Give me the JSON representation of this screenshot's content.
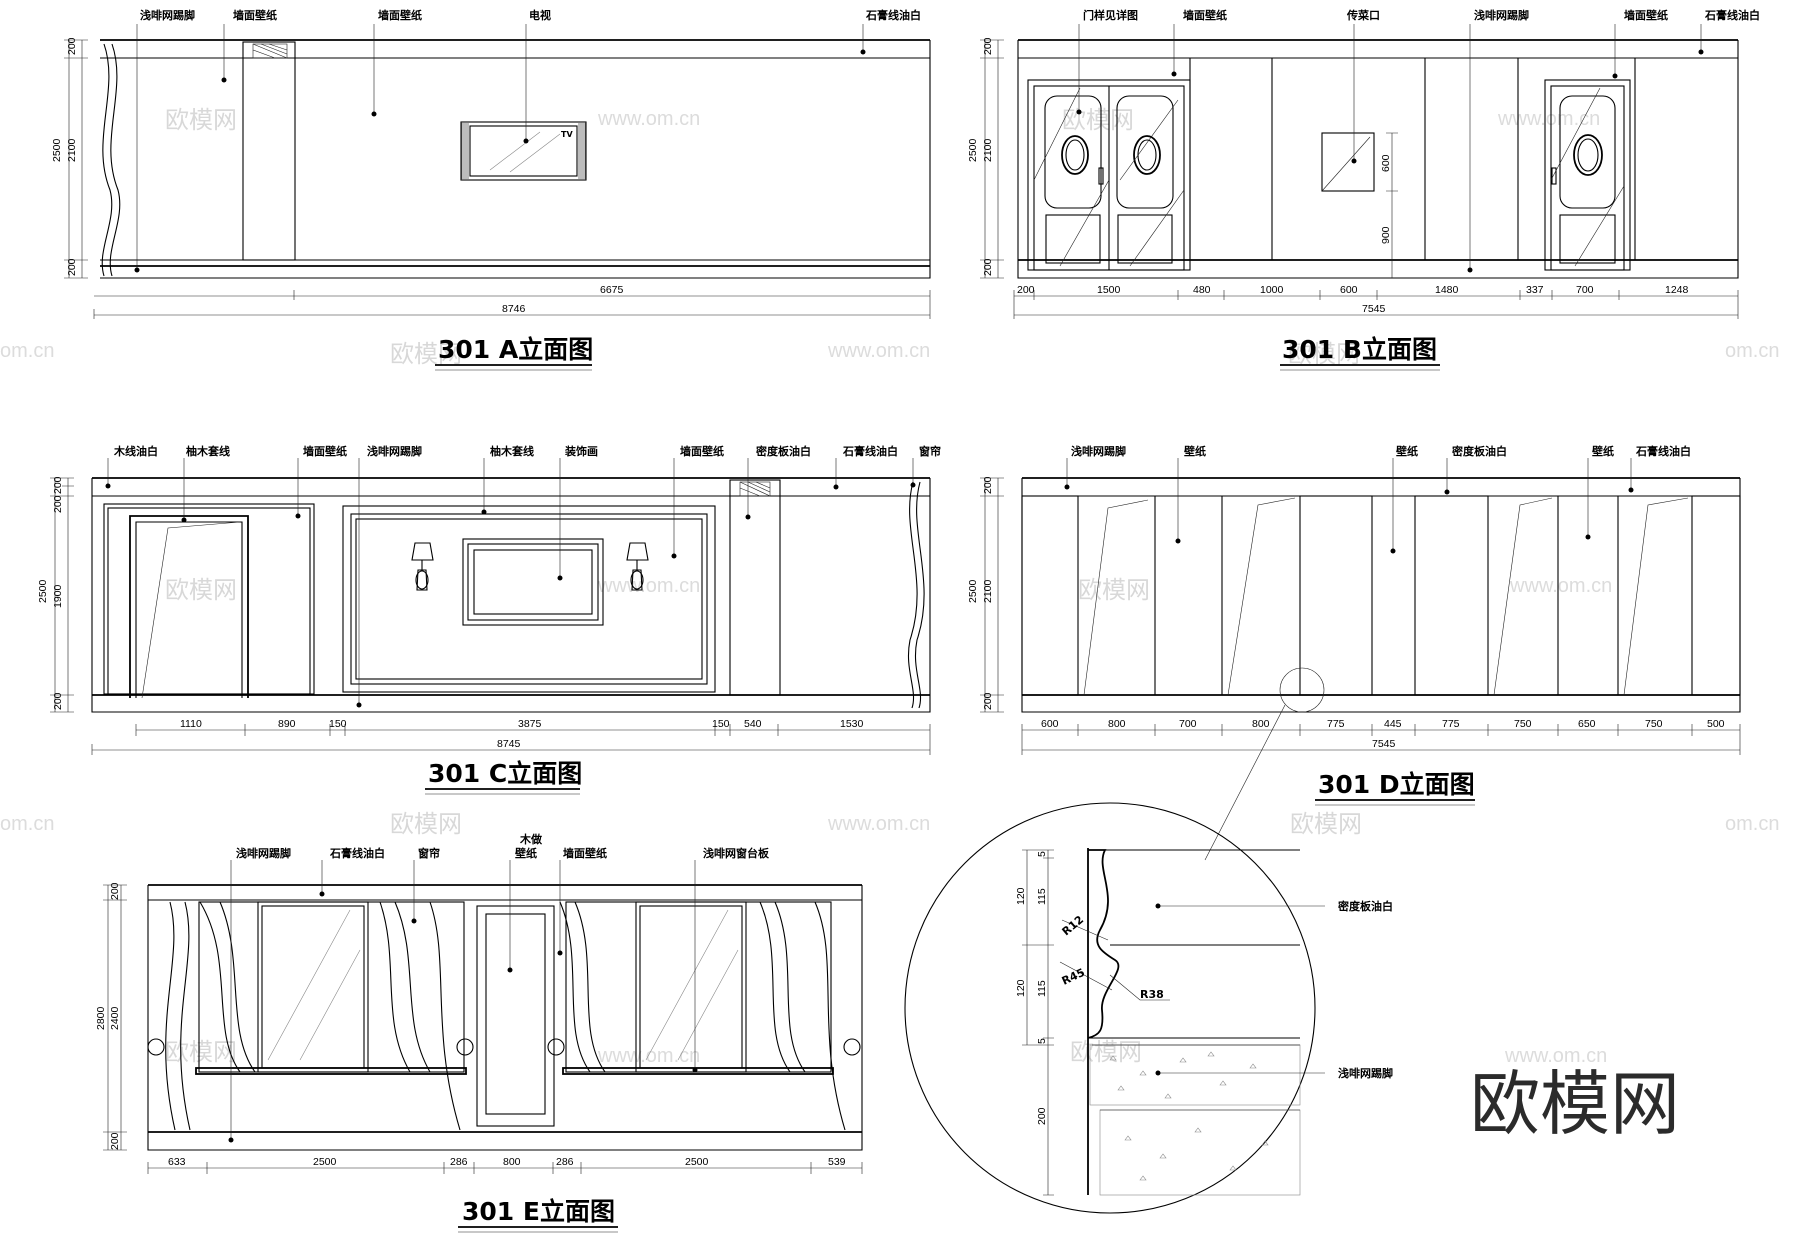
{
  "watermarks": {
    "cn": "欧模网",
    "url": "www.om.cn",
    "url_edge": "om.cn",
    "corner_logo": "欧模网"
  },
  "elevation_a": {
    "title": "301 A立面图",
    "labels": [
      "浅啡网踢脚",
      "墙面壁纸",
      "墙面壁纸",
      "电视",
      "石膏线油白"
    ],
    "tv_mark": "TV",
    "vdims": {
      "total": "2500",
      "top": "200",
      "mid": "2100",
      "bottom": "200"
    },
    "hdims": {
      "span": "6675",
      "total": "8746"
    }
  },
  "elevation_b": {
    "title": "301 B立面图",
    "labels": [
      "门样见详图",
      "墙面壁纸",
      "传菜口",
      "浅啡网踢脚",
      "墙面壁纸",
      "石膏线油白"
    ],
    "vdims": {
      "total": "2500",
      "top": "200",
      "mid": "2100",
      "bottom": "200",
      "opening": "600",
      "sill": "900"
    },
    "hdims": [
      "200",
      "1500",
      "480",
      "1000",
      "600",
      "1480",
      "337",
      "700",
      "1248"
    ],
    "total": "7545"
  },
  "elevation_c": {
    "title": "301 C立面图",
    "labels": [
      "木线油白",
      "柚木套线",
      "墙面壁纸",
      "浅啡网踢脚",
      "柚木套线",
      "装饰画",
      "墙面壁纸",
      "密度板油白",
      "石膏线油白",
      "窗帘"
    ],
    "vdims": {
      "total": "2500",
      "top": "200",
      "top2": "200",
      "mid": "1900",
      "bottom": "200"
    },
    "hdims": [
      "1110",
      "890",
      "150",
      "3875",
      "150",
      "540",
      "1530"
    ],
    "total": "8745"
  },
  "elevation_d": {
    "title": "301 D立面图",
    "labels": [
      "浅啡网踢脚",
      "壁纸",
      "壁纸",
      "密度板油白",
      "壁纸",
      "石膏线油白"
    ],
    "vdims": {
      "total": "2500",
      "top": "200",
      "mid": "2100",
      "bottom": "200"
    },
    "hdims": [
      "600",
      "800",
      "700",
      "800",
      "775",
      "445",
      "775",
      "750",
      "650",
      "750",
      "500"
    ],
    "total": "7545"
  },
  "elevation_e": {
    "title": "301 E立面图",
    "labels": [
      "浅啡网踢脚",
      "石膏线油白",
      "窗帘",
      "木做",
      "壁纸",
      "墙面壁纸",
      "浅啡网窗台板"
    ],
    "vdims": {
      "total": "2800",
      "top": "200",
      "mid": "2400",
      "bottom": "200"
    },
    "hdims": [
      "633",
      "2500",
      "286",
      "800",
      "286",
      "2500",
      "539"
    ]
  },
  "detail": {
    "labels": [
      "密度板油白",
      "浅啡网踢脚"
    ],
    "radii": [
      "R12",
      "R45",
      "R38"
    ],
    "vdims": [
      "5",
      "115",
      "120",
      "115",
      "120",
      "5",
      "200"
    ]
  }
}
